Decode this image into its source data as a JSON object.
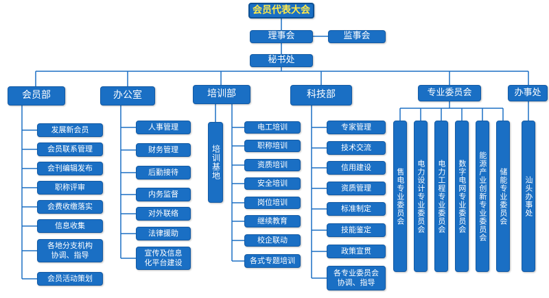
{
  "top": "会员代表大会",
  "lvl2": {
    "council": "理事会",
    "supervisory": "监事会"
  },
  "secretariat": "秘书处",
  "departments": {
    "member": {
      "title": "会员部",
      "items": [
        "发展新会员",
        "会员联系管理",
        "会刊编辑发布",
        "职称评审",
        "会费收缴落实",
        "信息收集",
        "各地分支机构\n协调、指导",
        "会员活动策划"
      ]
    },
    "office": {
      "title": "办公室",
      "items": [
        "人事管理",
        "财务管理",
        "后勤接待",
        "内务监督",
        "对外联络",
        "法律援助",
        "宣传及信息\n化平台建设"
      ]
    },
    "training": {
      "title": "培训部",
      "base": "培训基地",
      "items": [
        "电工培训",
        "职称培训",
        "资质培训",
        "安全培训",
        "岗位培训",
        "继续教育",
        "校企联动",
        "各式专题培训"
      ]
    },
    "tech": {
      "title": "科技部",
      "items": [
        "专家管理",
        "技术交流",
        "信用建设",
        "资质管理",
        "标准制定",
        "技能鉴定",
        "政策宣贯",
        "各专业委员会\n协调、指导"
      ]
    },
    "committees": {
      "title": "专业委员会",
      "items": [
        "售电专业委员会",
        "电力设计专业委员会",
        "电力工程专业委员会",
        "数字电网专业委员会",
        "能源产业创新专业委员会",
        "储能专业委员会"
      ]
    },
    "branch": {
      "title": "办事处",
      "items": [
        "汕头办事处"
      ]
    }
  }
}
